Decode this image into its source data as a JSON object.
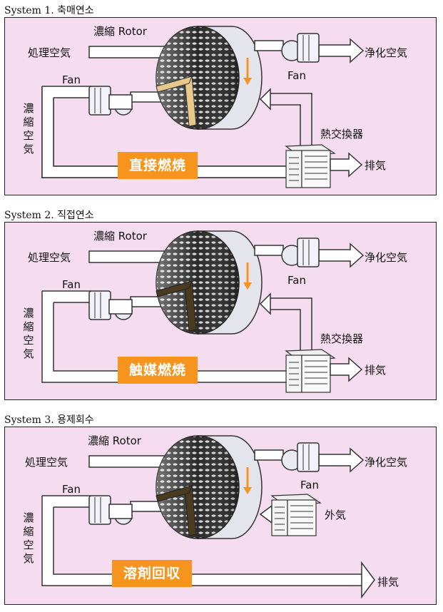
{
  "systems": [
    {
      "title": "System 1. 축매연소",
      "rotor_label": "濃縮 Rotor",
      "inlet_label": "処理空気",
      "fan_top_label": "Fan",
      "outlet_label": "浄化空気",
      "fan_left_label": "Fan",
      "side_label": "濃縮空気",
      "exchanger_label": "熱交換器",
      "process_label": "直接燃焼",
      "exhaust_label": "排気"
    },
    {
      "title": "System 2. 직접연소",
      "rotor_label": "濃縮 Rotor",
      "inlet_label": "処理空気",
      "fan_top_label": "Fan",
      "outlet_label": "浄化空気",
      "fan_left_label": "Fan",
      "side_label": "濃縮空気",
      "exchanger_label": "熱交換器",
      "process_label": "触媒燃焼",
      "exhaust_label": "排気"
    },
    {
      "title": "System 3. 용제회수",
      "rotor_label": "濃縮 Rotor",
      "inlet_label": "処理空気",
      "fan_top_label": "Fan",
      "outlet_label": "浄化空気",
      "fan_left_label": "Fan",
      "side_label": "濃縮空気",
      "outside_air_label": "外気",
      "process_label": "溶剤回収",
      "exhaust_label": "排気"
    }
  ],
  "colors": {
    "panel_bg": "#f6dcef",
    "process_badge": "#f7941d",
    "arrow_fill": "#ffffff",
    "flow_arrow": "#f7941d"
  }
}
